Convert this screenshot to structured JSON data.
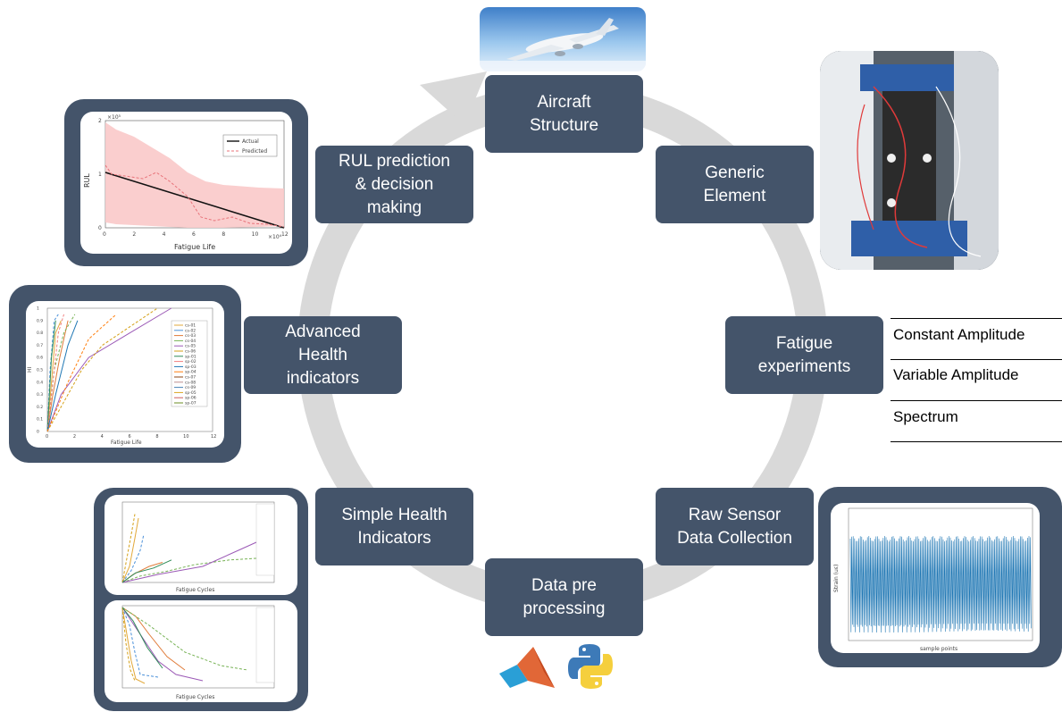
{
  "cycle_nodes": {
    "aircraft": "Aircraft\nStructure",
    "generic": "Generic\nElement",
    "fatigue": "Fatigue\nexperiments",
    "raw": "Raw Sensor\nData Collection",
    "preproc": "Data pre\nprocessing",
    "simple_hi": "Simple Health\nIndicators",
    "advanced_hi": "Advanced\nHealth\nindicators",
    "rul": "RUL prediction\n& decision\nmaking"
  },
  "experiments": [
    "Constant Amplitude",
    "Variable Amplitude",
    "Spectrum"
  ],
  "rul_chart": {
    "exponent_top": "×10⁵",
    "exponent_x": "×10⁴",
    "ylabel": "RUL",
    "xlabel": "Fatigue Life",
    "legend": [
      "Actual",
      "Predicted"
    ],
    "xticks": [
      "0",
      "2",
      "4",
      "6",
      "8",
      "10",
      "12"
    ],
    "yticks": [
      "0",
      "1",
      "2"
    ]
  },
  "adv_chart": {
    "xlabel": "Fatigue Life",
    "ylabel": "HI",
    "xticks": [
      "0",
      "2",
      "4",
      "6",
      "8",
      "10",
      "12"
    ],
    "yticks": [
      "0",
      "0.1",
      "0.2",
      "0.3",
      "0.4",
      "0.5",
      "0.6",
      "0.7",
      "0.8",
      "0.9",
      "1"
    ],
    "legend": [
      "cs-01",
      "cs-02",
      "cs-03",
      "cs-04",
      "cs-05",
      "cs-06",
      "sp-01",
      "sp-02",
      "sp-03",
      "sp-04",
      "cs-07",
      "cs-08",
      "cs-09",
      "sp-05",
      "sp-06",
      "sp-07"
    ]
  },
  "simple_chart": {
    "xlabel_top": "Fatigue Cycles",
    "xlabel_bottom": "Fatigue Cycles"
  },
  "raw_chart": {
    "xlabel": "sample points",
    "ylabel": "Strain (uε)"
  },
  "colors": {
    "node_fill": "#44546a",
    "cycle_arrow": "#d9d9d9",
    "actual_line": "#111111",
    "predicted_line": "#e8737a",
    "prediction_band": "#f9c9c9",
    "raw_signal": "#1f77b4"
  }
}
